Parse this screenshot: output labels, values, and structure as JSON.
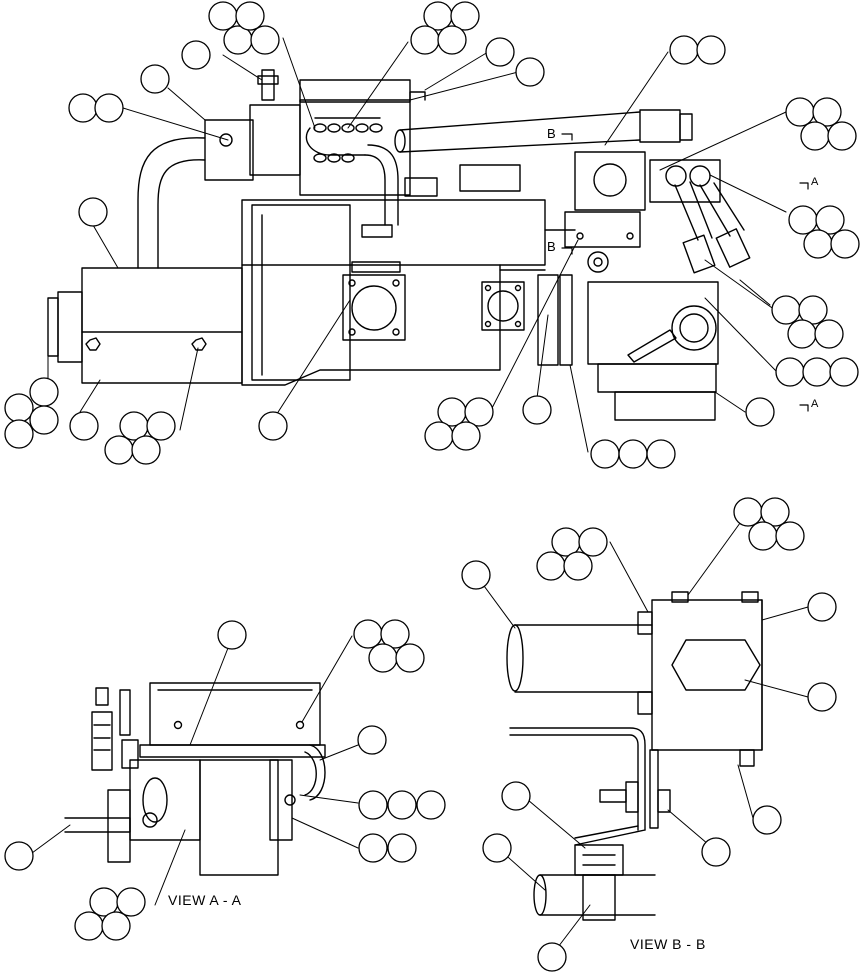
{
  "figure": {
    "background": "#ffffff",
    "line_color": "#000000",
    "section_markers": {
      "b_upper": "B",
      "b_lower": "B",
      "a_right_upper": "A",
      "a_right_lower": "A"
    },
    "views": {
      "view_aa": "VIEW  A - A",
      "view_bb": "VIEW  B - B"
    },
    "callout_balloons": "unlabeled"
  }
}
